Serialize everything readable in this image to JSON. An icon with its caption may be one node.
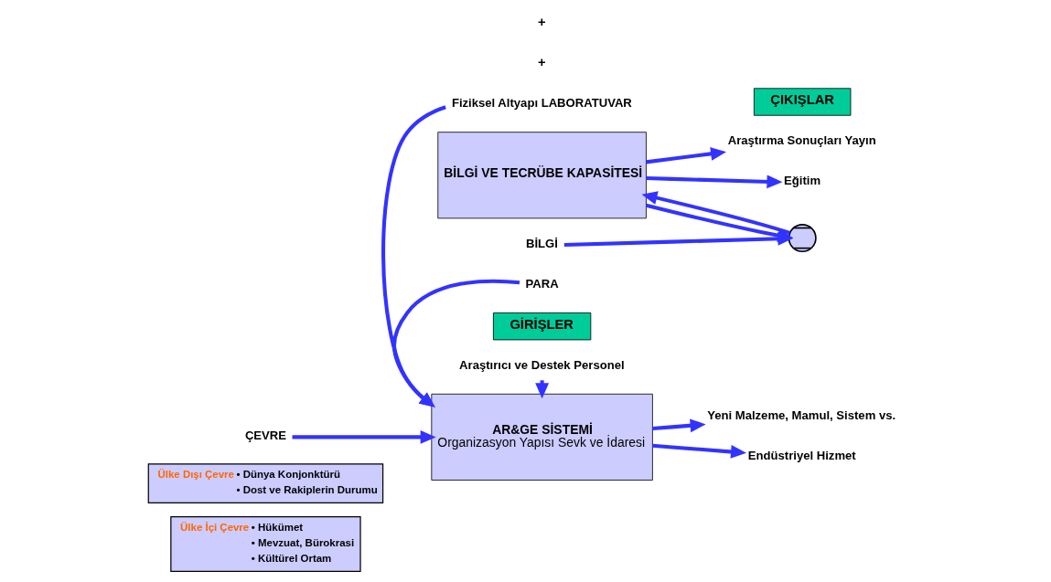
{
  "diagram": {
    "nodes": [
      {
        "text": [
          "Ülke İçi Çevre",
          "• Hükümet",
          "• Mevzuat, Bürokrasi",
          "• Kültürel Ortam"
        ]
      },
      {
        "text": [
          "Ülke Dışı Çevre",
          "• Dünya Konjonktürü",
          "• Dost ve Rakiplerin Durumu"
        ]
      },
      {
        "text": [
          "ÇEVRE"
        ]
      },
      {
        "text": [
          "GİRİŞLER"
        ]
      },
      {
        "text": [
          "ÇIKIŞLAR"
        ]
      },
      {
        "text": [
          "AR&GE SİSTEMİ",
          "Organizasyon Yapısı Sevk ve İdaresi"
        ]
      },
      {
        "text": [
          "BİLGİ VE TECRÜBE KAPASİTESİ"
        ]
      },
      {
        "text": [
          "Araştırıcı ve Destek Personel"
        ]
      },
      {
        "text": [
          "PARA"
        ]
      },
      {
        "text": [
          "Fiziksel Altyapı LABORATUVAR"
        ]
      },
      {
        "text": [
          "BİLGİ"
        ]
      },
      {
        "text": [],
        "shape": "circle"
      },
      {
        "text": [
          "Yeni Malzeme, Mamul, Sistem vs."
        ]
      },
      {
        "text": [
          "Endüstriyel Hizmet"
        ]
      },
      {
        "text": [
          "Eğitim"
        ]
      },
      {
        "text": [
          "Araştırma Sonuçları Yayın"
        ]
      }
    ],
    "edges": [
      {
        "from": 2,
        "to": 5,
        "arrow": "to"
      },
      {
        "from": 7,
        "to": 5,
        "arrow": "to"
      },
      {
        "from": 8,
        "to": 5,
        "arrow": "to"
      },
      {
        "from": 9,
        "to": 5,
        "arrow": "to"
      },
      {
        "from": 10,
        "to": 11,
        "arrow": "to"
      },
      {
        "from": 11,
        "to": 6,
        "arrow": "to"
      },
      {
        "from": 5,
        "to": 12,
        "arrow": "to"
      },
      {
        "from": 5,
        "to": 13,
        "arrow": "to"
      },
      {
        "from": 6,
        "to": 14,
        "arrow": "to"
      },
      {
        "from": 6,
        "to": 15,
        "arrow": "to"
      },
      {
        "from": 6,
        "to": 11,
        "arrow": "to"
      }
    ],
    "labels": [
      "+",
      "+"
    ]
  }
}
